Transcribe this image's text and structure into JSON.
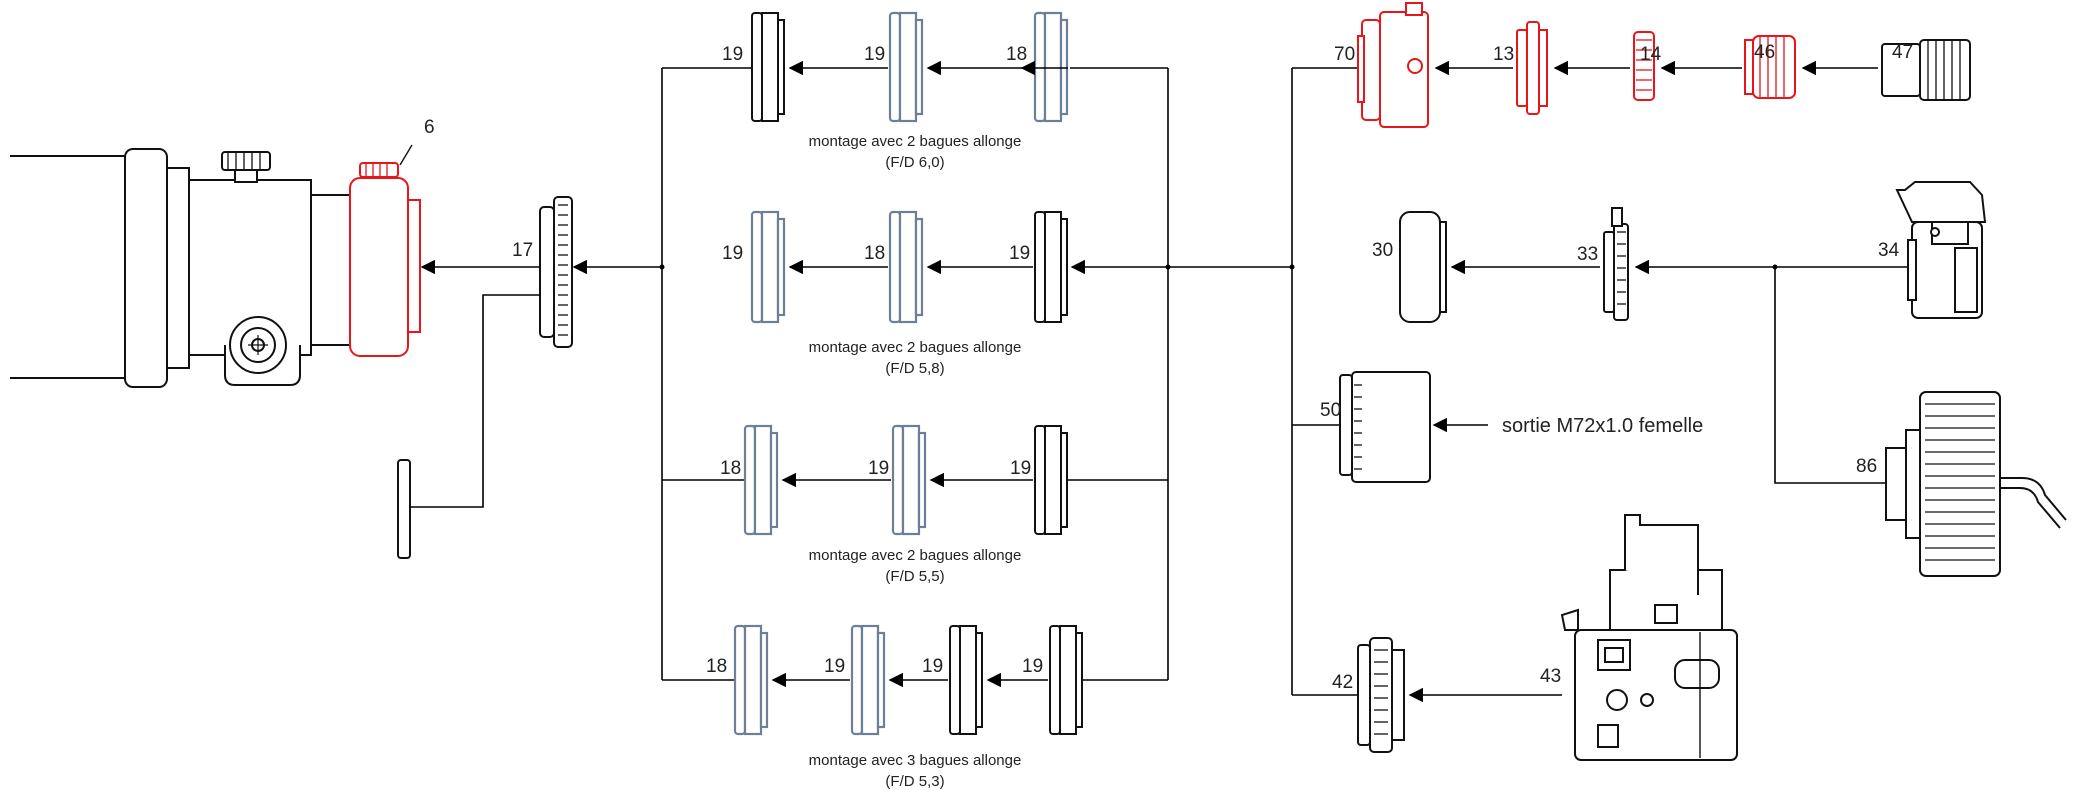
{
  "labels": {
    "telescope_focuser": "6",
    "adapter_main": "17",
    "row1_a": "19",
    "row1_b": "19",
    "row1_c": "18",
    "row2_a": "19",
    "row2_b": "18",
    "row2_c": "19",
    "row3_a": "18",
    "row3_b": "19",
    "row3_c": "19",
    "row4_a": "18",
    "row4_b": "19",
    "row4_c": "19",
    "row4_d": "19",
    "red_adapter": "70",
    "red_ring_13": "13",
    "red_ring_14": "14",
    "red_ring_46": "46",
    "eyepiece": "47",
    "adapter_30": "30",
    "adapter_33": "33",
    "camera_slr": "34",
    "adapter_50": "50",
    "ccd_adapter": "86",
    "adapter_42": "42",
    "camera_medium": "43"
  },
  "captions": {
    "row1_line1": "montage avec 2 bagues allonge",
    "row1_line2": "(F/D 6,0)",
    "row2_line1": "montage avec 2 bagues allonge",
    "row2_line2": "(F/D 5,8)",
    "row3_line1": "montage avec 2 bagues allonge",
    "row3_line2": "(F/D 5,5)",
    "row4_line1": "montage avec 3 bagues allonge",
    "row4_line2": "(F/D 5,3)"
  },
  "output_label": "sortie M72x1.0 femelle",
  "colors": {
    "highlight": "#e8151b",
    "extension_ring": "#6d7f97",
    "line": "#000000"
  }
}
